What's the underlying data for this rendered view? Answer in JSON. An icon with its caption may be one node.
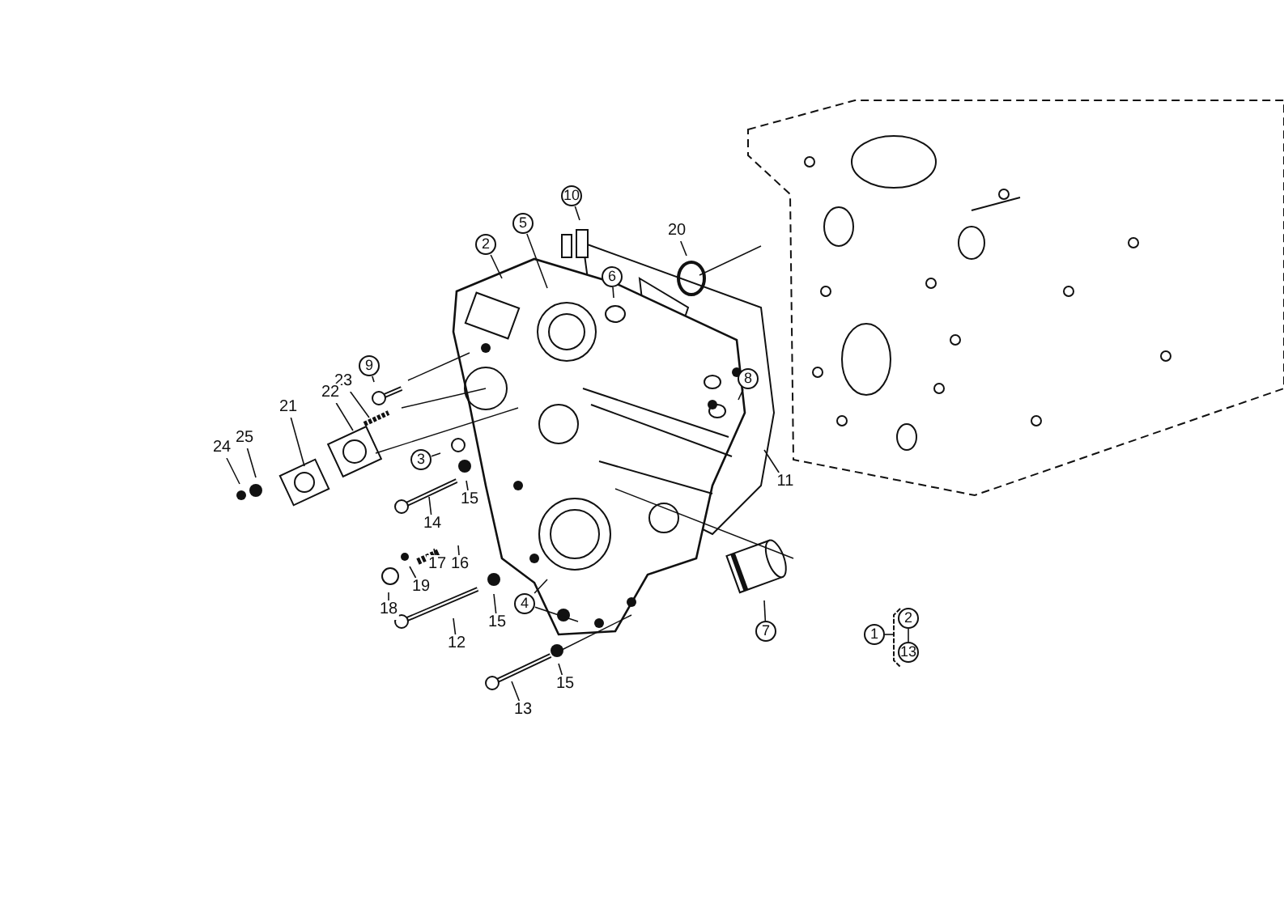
{
  "diagram": {
    "nodes": [
      {
        "text": [
          "10"
        ]
      },
      {
        "text": [
          "5"
        ]
      },
      {
        "text": [
          "2"
        ]
      },
      {
        "text": [
          "20"
        ]
      },
      {
        "text": [
          "6"
        ]
      },
      {
        "text": [
          "9"
        ]
      },
      {
        "text": [
          "23"
        ]
      },
      {
        "text": [
          "22"
        ]
      },
      {
        "text": [
          "8"
        ]
      },
      {
        "text": [
          "21"
        ]
      },
      {
        "text": [
          "25"
        ]
      },
      {
        "text": [
          "24"
        ]
      },
      {
        "text": [
          "3"
        ]
      },
      {
        "text": [
          "11"
        ]
      },
      {
        "text": [
          "15"
        ]
      },
      {
        "text": [
          "14"
        ]
      },
      {
        "text": [
          "16"
        ]
      },
      {
        "text": [
          "17"
        ]
      },
      {
        "text": [
          "19"
        ]
      },
      {
        "text": [
          "18"
        ]
      },
      {
        "text": [
          "4"
        ]
      },
      {
        "text": [
          "15"
        ]
      },
      {
        "text": [
          "12"
        ]
      },
      {
        "text": [
          "7"
        ]
      },
      {
        "text": [
          "15"
        ]
      },
      {
        "text": [
          "13"
        ]
      },
      {
        "text": [
          "1"
        ]
      },
      {
        "text": [
          "2"
        ]
      },
      {
        "text": [
          "13"
        ]
      }
    ],
    "edges": [
      {
        "from": 0,
        "to": null,
        "arrow": "none"
      },
      {
        "from": 1,
        "to": null,
        "arrow": "none"
      },
      {
        "from": 2,
        "to": null,
        "arrow": "none"
      },
      {
        "from": 3,
        "to": null,
        "arrow": "none"
      },
      {
        "from": 4,
        "to": null,
        "arrow": "none"
      },
      {
        "from": 5,
        "to": null,
        "arrow": "none"
      },
      {
        "from": 6,
        "to": null,
        "arrow": "none"
      },
      {
        "from": 7,
        "to": null,
        "arrow": "none"
      },
      {
        "from": 8,
        "to": null,
        "arrow": "none"
      },
      {
        "from": 9,
        "to": null,
        "arrow": "none"
      },
      {
        "from": 10,
        "to": null,
        "arrow": "none"
      },
      {
        "from": 11,
        "to": null,
        "arrow": "none"
      },
      {
        "from": 12,
        "to": null,
        "arrow": "none"
      },
      {
        "from": 13,
        "to": null,
        "arrow": "none"
      },
      {
        "from": 14,
        "to": null,
        "arrow": "none"
      },
      {
        "from": 15,
        "to": null,
        "arrow": "none"
      },
      {
        "from": 16,
        "to": null,
        "arrow": "none"
      },
      {
        "from": 17,
        "to": null,
        "arrow": "none"
      },
      {
        "from": 18,
        "to": null,
        "arrow": "none"
      },
      {
        "from": 19,
        "to": null,
        "arrow": "none"
      },
      {
        "from": 20,
        "to": null,
        "arrow": "none"
      },
      {
        "from": 20,
        "to": null,
        "arrow": "none"
      },
      {
        "from": 21,
        "to": null,
        "arrow": "none"
      },
      {
        "from": 22,
        "to": null,
        "arrow": "none"
      },
      {
        "from": 23,
        "to": null,
        "arrow": "none"
      },
      {
        "from": 24,
        "to": null,
        "arrow": "none"
      },
      {
        "from": 25,
        "to": null,
        "arrow": "none"
      },
      {
        "from": 26,
        "to": null,
        "arrow": "none"
      },
      {
        "from": 27,
        "to": 28,
        "arrow": "none"
      }
    ]
  }
}
